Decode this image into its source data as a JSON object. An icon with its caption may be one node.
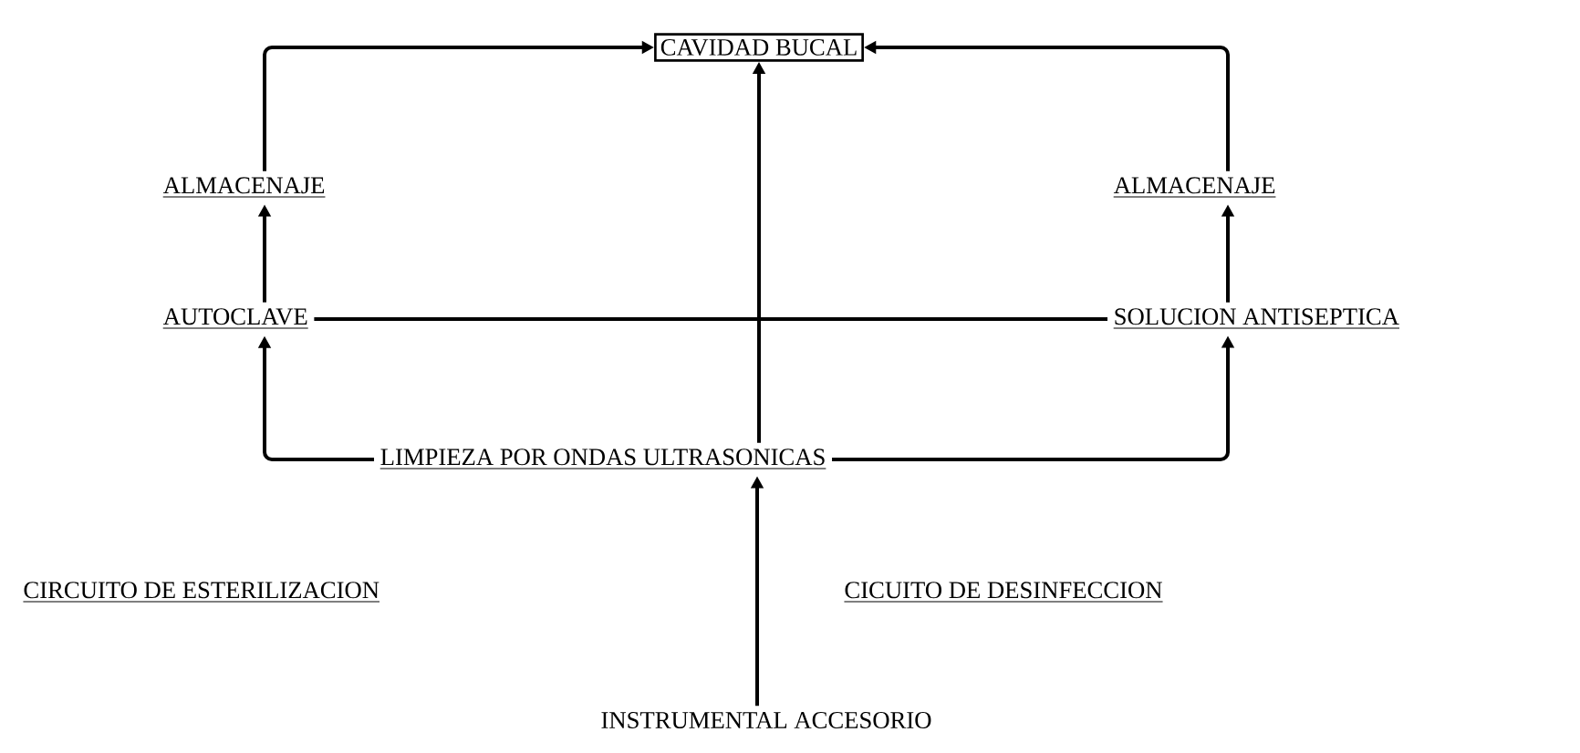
{
  "diagram": {
    "nodes": [
      {
        "text": [
          "CAVIDAD BUCAL"
        ]
      },
      {
        "text": [
          "ALMACENAJE"
        ]
      },
      {
        "text": [
          "ALMACENAJE"
        ]
      },
      {
        "text": [
          "AUTOCLAVE"
        ]
      },
      {
        "text": [
          "SOLUCION ANTISEPTICA"
        ]
      },
      {
        "text": [
          "LIMPIEZA POR ONDAS ULTRASONICAS"
        ]
      },
      {
        "text": [
          "INSTRUMENTAL ACCESORIO"
        ]
      }
    ],
    "edges": [
      {
        "from": 1,
        "to": 0,
        "arrow": "to"
      },
      {
        "from": 2,
        "to": 0,
        "arrow": "to"
      },
      {
        "from": 3,
        "to": 1,
        "arrow": "to"
      },
      {
        "from": 4,
        "to": 2,
        "arrow": "to"
      },
      {
        "from": 3,
        "to": 4,
        "arrow": "none"
      },
      {
        "from": 5,
        "to": 3,
        "arrow": "to"
      },
      {
        "from": 5,
        "to": 4,
        "arrow": "to"
      },
      {
        "from": 5,
        "to": 0,
        "arrow": "to"
      },
      {
        "from": 6,
        "to": 5,
        "arrow": "to"
      }
    ],
    "labels": [
      "CIRCUITO DE ESTERILIZACION",
      "CICUITO DE DESINFECCION"
    ]
  }
}
